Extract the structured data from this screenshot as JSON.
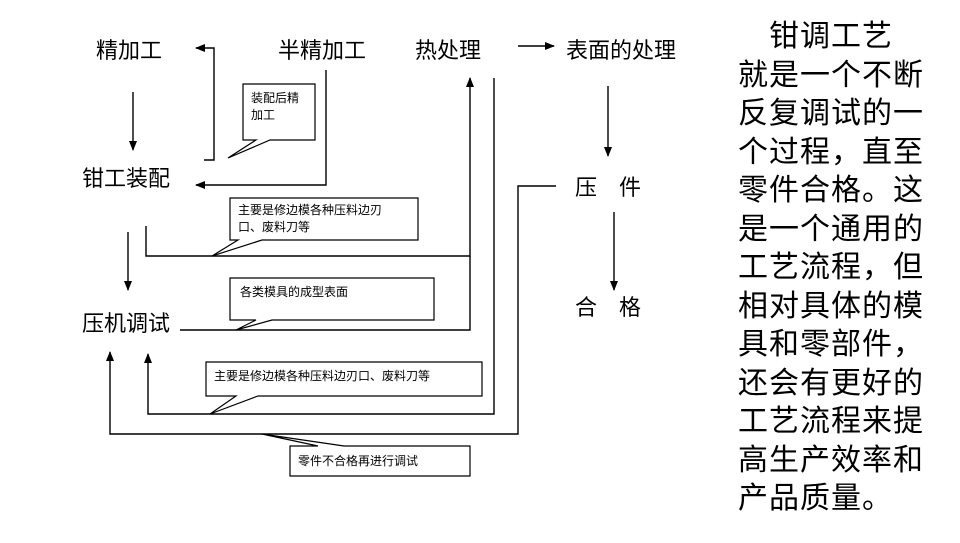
{
  "nodes": {
    "finishing": "精加工",
    "semi_finishing": "半精加工",
    "heat_treatment": "热处理",
    "surface_treatment": "表面的处理",
    "fitter_assembly": "钳工装配",
    "press_debug": "压机调试",
    "part": "压　件",
    "qualified": "合　格"
  },
  "callouts": {
    "assembly_finish": [
      "装配后精",
      "加工"
    ],
    "trim_edges_1": [
      "主要是修边模各种压料边刃",
      "口、废料刀等"
    ],
    "forming_surface": [
      "各类模具的成型表面"
    ],
    "trim_edges_2": [
      "主要是修边模各种压料边刃口、废料刀等"
    ],
    "reject_debug": [
      "零件不合格再进行调试"
    ]
  },
  "side_text": "　钳调工艺\n就是一个不断\n反复调试的一\n个过程，直至\n零件合格。这\n是一个通用的\n工艺流程，但\n相对具体的模\n具和零部件，\n还会有更好的\n工艺流程来提\n高生产效率和\n产品质量。"
}
